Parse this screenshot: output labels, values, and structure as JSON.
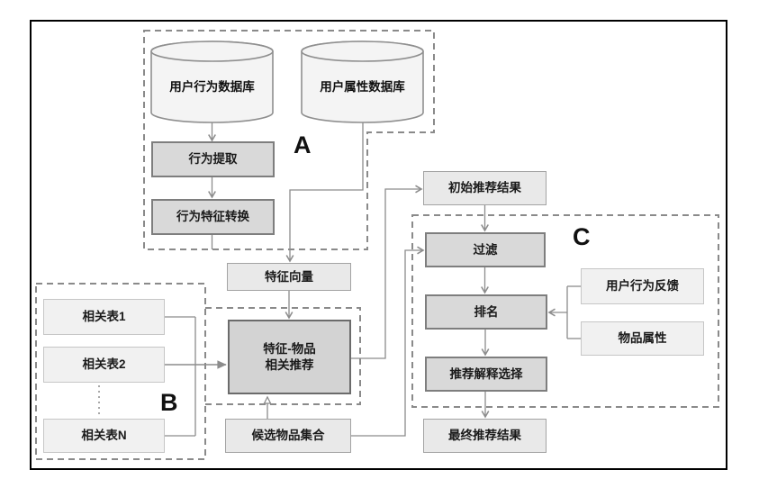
{
  "diagram": {
    "groups": {
      "a_label": "A",
      "b_label": "B",
      "c_label": "C"
    },
    "nodes": {
      "user_behavior_db": "用户行为数据库",
      "user_attr_db": "用户属性数据库",
      "behavior_extract": "行为提取",
      "behavior_feature_convert": "行为特征转换",
      "feature_vector": "特征向量",
      "related_table_1": "相关表1",
      "related_table_2": "相关表2",
      "related_table_n": "相关表N",
      "feature_item_rec": "特征-物品\n相关推荐",
      "initial_results": "初始推荐结果",
      "filter": "过滤",
      "ranking": "排名",
      "explain_select": "推荐解释选择",
      "final_results": "最终推荐结果",
      "user_feedback": "用户行为反馈",
      "item_attrs": "物品属性",
      "candidate_items": "候选物品集合"
    },
    "colors": {
      "line": "#8c8c8c",
      "dashed_border": "#8a8a8a",
      "box_mid_fill": "#d9d9d9",
      "box_light_fill": "#e9e9e9",
      "box_lighter_fill": "#f1f1f1",
      "frame": "#000000"
    }
  }
}
